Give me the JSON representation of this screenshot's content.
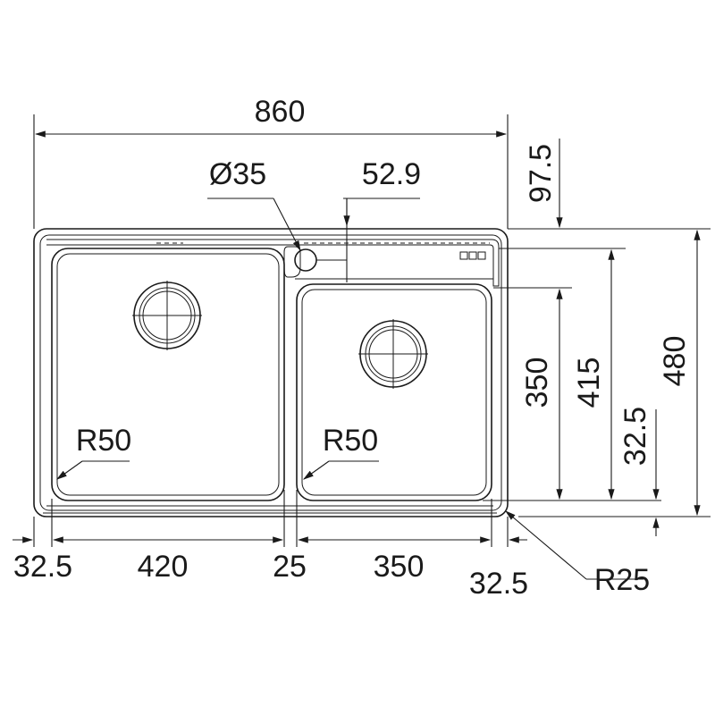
{
  "dimensions": {
    "overall_width": "860",
    "overall_depth": "480",
    "depth_to_drainer": "415",
    "bowl_depth": "350",
    "top_offset": "97.5",
    "side_offset_right": "32.5",
    "tap_hole_diameter": "Ø35",
    "tap_hole_offset": "52.9",
    "left_margin": "32.5",
    "left_bowl_width": "420",
    "divider_width": "25",
    "right_bowl_width": "350",
    "right_margin": "32.5",
    "left_bowl_radius": "R50",
    "right_bowl_radius": "R50",
    "corner_radius": "R25"
  },
  "colors": {
    "line": "#1a1a1a",
    "background": "#ffffff"
  }
}
